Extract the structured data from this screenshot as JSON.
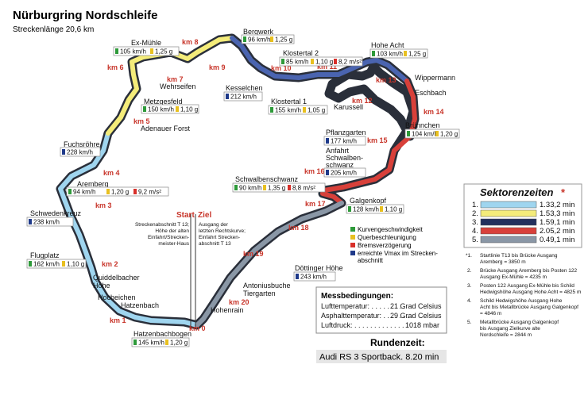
{
  "header": {
    "title": "Nürburgring Nordschleife",
    "subtitle": "Streckenlänge 20,6 km"
  },
  "km_labels": [
    "km 0",
    "km 1",
    "km 2",
    "km 3",
    "km 4",
    "km 5",
    "km 6",
    "km 7",
    "km 8",
    "km 9",
    "km 10",
    "km 11",
    "km 12",
    "km 13",
    "km 14",
    "km 15",
    "km 16",
    "km 17",
    "km 18",
    "km 19",
    "km 20"
  ],
  "places": {
    "ex_muehle": "Ex-Mühle",
    "wehrseifen": "Wehrseifen",
    "metzgesfeld": "Metzgesfeld",
    "adenauer_forst": "Adenauer Forst",
    "fuchsroehre": "Fuchsröhre",
    "aremberg": "Aremberg",
    "schwedenkreuz": "Schwedenkreuz",
    "flugplatz": "Flugplatz",
    "quiddelbacher": "Quiddelbacher",
    "hoehe": "Höhe",
    "hocheichen": "Hocheichen",
    "hatzenbach": "Hatzenbach",
    "hatzenbachbogen": "Hatzenbachbogen",
    "bergwerk": "Bergwerk",
    "kesselchen": "Kesselchen",
    "klostertal2": "Klostertal 2",
    "klostertal1": "Klostertal 1",
    "karussell": "Karussell",
    "hohe_acht": "Hohe Acht",
    "wippermann": "Wippermann",
    "eschbach": "Eschbach",
    "bruennchen": "Brünnchen",
    "pflanzgarten": "Pflanzgarten",
    "anfahrt1": "Anfahrt",
    "anfahrt2": "Schwalben-",
    "anfahrt3": "schwanz",
    "schwalbenschwanz": "Schwalbenschwanz",
    "galgenkopf": "Galgenkopf",
    "doettinger": "Döttinger Höhe",
    "antoniusbuche": "Antoniusbuche",
    "tiergarten": "Tiergarten",
    "hohenrain": "Hohenrain"
  },
  "values": {
    "ex_muehle_v": "105 km/h",
    "ex_muehle_g": "1,25 g",
    "metzgesfeld_v": "150 km/h",
    "metzgesfeld_g": "1,10 g",
    "fuchsroehre_v": "228 km/h",
    "aremberg_v": "94 km/h",
    "aremberg_g": "1,20 g",
    "aremberg_b": "9,2 m/s²",
    "schwedenkreuz_v": "238 km/h",
    "flugplatz_v": "162 km/h",
    "flugplatz_g": "1,10 g",
    "hatzenbachbogen_v": "145 km/h",
    "hatzenbachbogen_g": "1,20 g",
    "bergwerk_v": "96 km/h",
    "bergwerk_g": "1,25 g",
    "kesselchen_v": "212 km/h",
    "klostertal2_v": "85 km/h",
    "klostertal2_g": "1,10 g",
    "klostertal2_b": "8,2 m/s²",
    "klostertal1_v": "155 km/h",
    "klostertal1_g": "1,05 g",
    "hohe_acht_v": "103 km/h",
    "hohe_acht_g": "1,25 g",
    "bruennchen_v": "104 km/h",
    "bruennchen_g": "1,20 g",
    "pflanzgarten_v": "177 km/h",
    "schwalben_v": "205 km/h",
    "schwalbenschwanz_v": "90 km/h",
    "schwalbenschwanz_g": "1,35 g",
    "schwalbenschwanz_b": "8,8 m/s²",
    "galgenkopf_v": "128 km/h",
    "galgenkopf_g": "1,10 g",
    "doettinger_v": "243 km/h"
  },
  "start_ziel": {
    "start": "Start",
    "ziel": "Ziel",
    "start_note": [
      "Streckenabschnitt T 13;",
      "Höhe der alten",
      "Einfahrt/Strecken-",
      "meister-Haus"
    ],
    "ziel_note": [
      "Ausgang der",
      "letzten Rechtskurve;",
      "Einfahrt Strecken-",
      "abschnitt T 13"
    ]
  },
  "legend": {
    "items": [
      {
        "label": "Kurvengeschwindigkeit",
        "color": "#2e9a3a"
      },
      {
        "label": "Querbeschleunigung",
        "color": "#e8c020"
      },
      {
        "label": "Bremsverzögerung",
        "color": "#d8302a"
      },
      {
        "label": "erreichte Vmax im Strecken-",
        "label2": "abschnitt",
        "color": "#1f3a8a"
      }
    ]
  },
  "sektoren": {
    "title": "Sektorenzeiten",
    "star": "*",
    "rows": [
      {
        "n": "1.",
        "time": "1.33,2 min",
        "color": "#9fd5ef"
      },
      {
        "n": "2.",
        "time": "1.53,3 min",
        "color": "#f4ec7a"
      },
      {
        "n": "3.",
        "time": "1.59,1 min",
        "color": "#22305e"
      },
      {
        "n": "4.",
        "time": "2.05,2 min",
        "color": "#d8403a"
      },
      {
        "n": "5.",
        "time": "0.49,1 min",
        "color": "#8a97a6"
      }
    ]
  },
  "footnotes": [
    {
      "n": "*1.",
      "lines": [
        "Startlinie T13 bis Brücke Ausgang",
        "Aremberg = 3850 m"
      ]
    },
    {
      "n": "2.",
      "lines": [
        "Brücke Ausgang Aremberg bis Posten 122",
        "Ausgang Ex-Mühle = 4235 m"
      ]
    },
    {
      "n": "3.",
      "lines": [
        "Posten 122 Ausgang Ex-Mühle bis Schild",
        "Hedwigshöhe Ausgang Hohe Acht = 4825 m"
      ]
    },
    {
      "n": "4.",
      "lines": [
        "Schild Hedwigshöhe Ausgang Hohe",
        "Acht bis Metallbrücke Ausgang Galgenkopf",
        "= 4846 m"
      ]
    },
    {
      "n": "5.",
      "lines": [
        "Metallbrücke Ausgang Galgenkopf",
        "bis Ausgang Zielkurve alte",
        "Nordschleife = 2844 m"
      ]
    }
  ],
  "messbedingungen": {
    "title": "Messbedingungen:",
    "rows": [
      {
        "label": "Lufttemperatur: . . . . . . . . .",
        "value": "21 Grad Celsius"
      },
      {
        "label": "Asphalttemperatur: . . . . . . .",
        "value": "29 Grad Celsius"
      },
      {
        "label": "Luftdruck: . . . . . . . . . . . . . . .",
        "value": "1018 mbar"
      }
    ]
  },
  "rundenzeit": {
    "title": "Rundenzeit:",
    "value": "Audi RS 3 Sportback.  8.20 min"
  }
}
